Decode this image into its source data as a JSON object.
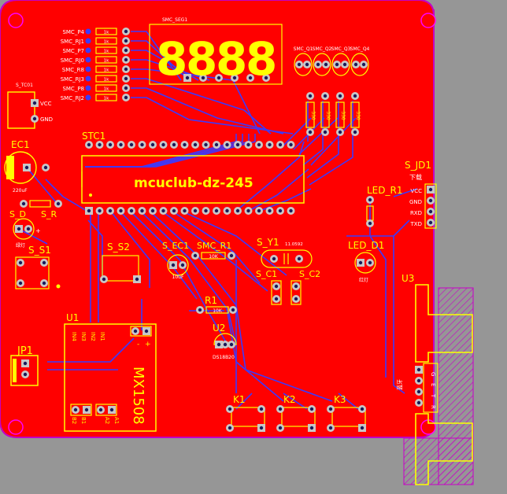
{
  "colors": {
    "board": "#ff0000",
    "background": "#969696",
    "silkscreen": "#ffff00",
    "trace": "#3a3aff",
    "outline": "#c400c4",
    "hatch": "#c800c8",
    "pad": "#c8c8c8",
    "drill": "#1a1a5a"
  },
  "board": {
    "title": "mcuclub-dz-245"
  },
  "display": {
    "label": "SMC_SEG1",
    "digits": "8888"
  },
  "transistors": [
    "SMC_Q1",
    "SMC_Q2",
    "SMC_Q3",
    "SMC_Q4"
  ],
  "jumpers": [
    "SMC_P4",
    "SMC_RJ1",
    "SMC_P7",
    "SMC_RJ0",
    "SMC_R8",
    "SMC_RJ3",
    "SMC_P8",
    "SMC_RJ2"
  ],
  "jumper_value": "1k",
  "resistor_array": [
    "330",
    "330",
    "330",
    "330"
  ],
  "labels": {
    "stc": "STC1",
    "stc1_sub": "S_TC01",
    "vcc": "VCC",
    "gnd": "GND",
    "ec1": "EC1",
    "ec1_value": "220uF",
    "s_d": "S_D",
    "s_r": "S_R",
    "s_d_sub": "绿灯",
    "s_s1": "S_S1",
    "s_s2": "S_S2",
    "s_ec1": "S_EC1",
    "s_ec1_value": "10uF",
    "smc_r1": "SMC_R1",
    "smc_r1_value": "10K",
    "s_y1": "S_Y1",
    "s_y1_value": "11.0592",
    "s_c1": "S_C1",
    "s_c2": "S_C2",
    "r1": "R1",
    "r1_value": "10K",
    "u2": "U2",
    "u2_sub": "DS18B20",
    "u1": "U1",
    "module_name": "MX1508",
    "in_labels": [
      "IN4",
      "IN3",
      "IN2",
      "IN1"
    ],
    "out_labels": [
      "B2",
      "B1",
      "A2",
      "A1"
    ],
    "minus": "-",
    "plus": "+",
    "jp1": "JP1",
    "s_jd1": "S_JD1",
    "s_jd1_sub": "下载",
    "led_r1": "LED_R1",
    "led_d1": "LED_D1",
    "led_d1_sub": "红灯",
    "pin_labels": [
      "VCC",
      "GND",
      "RXD",
      "TXD"
    ],
    "u3": "U3",
    "u3_sub": "蓝牙",
    "u3_pins": [
      "G",
      "E",
      "T",
      "R"
    ],
    "k1": "K1",
    "k2": "K2",
    "k3": "K3"
  }
}
